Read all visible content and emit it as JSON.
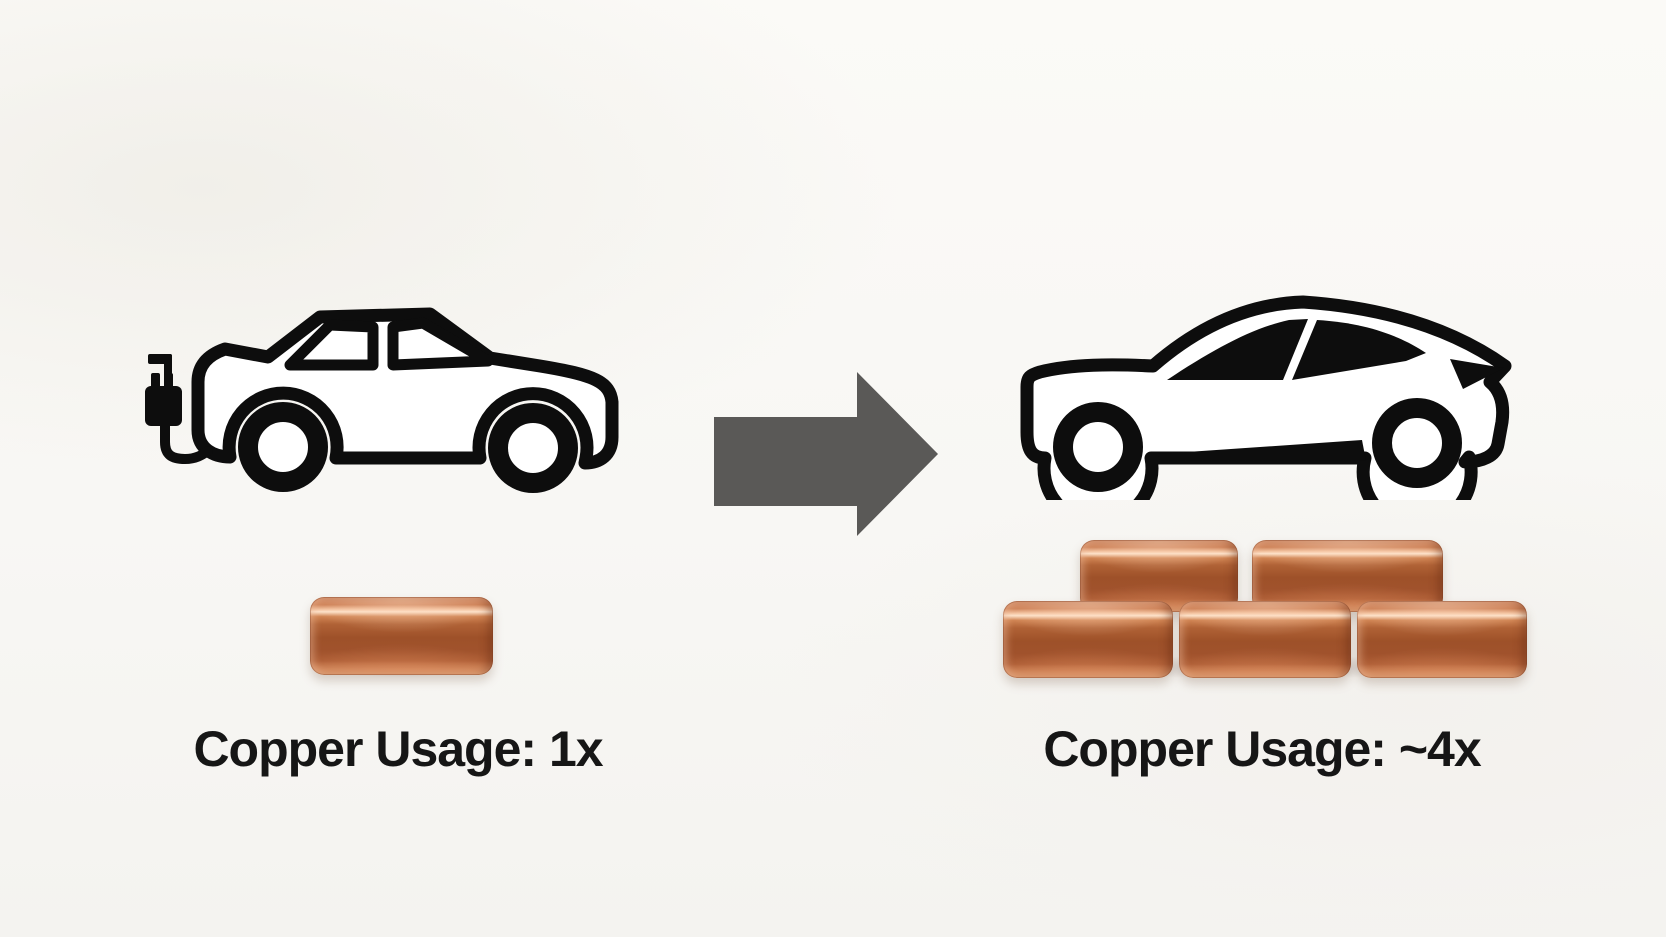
{
  "scene": {
    "type": "infographic-comparison",
    "metric": "Copper Usage",
    "left": {
      "icon": "ev-car-outline-charging-plug-icon",
      "ingot_count": 1,
      "caption": "Copper Usage: 1x",
      "value": "1x"
    },
    "right": {
      "icon": "ev-crossover-silhouette-icon",
      "ingot_count": 5,
      "caption": "Copper Usage: ~4x",
      "value": "~4x"
    },
    "arrow": {
      "icon": "right-arrow-icon",
      "color": "#5a5957"
    }
  },
  "colors": {
    "background": "#fbfaf7",
    "car": "#0d0d0d",
    "arrow": "#5a5957",
    "text": "#161616",
    "copper_highlight": "#fde3cb",
    "copper_light": "#e49a70",
    "copper_mid": "#c06a40",
    "copper_dark": "#99492a"
  }
}
